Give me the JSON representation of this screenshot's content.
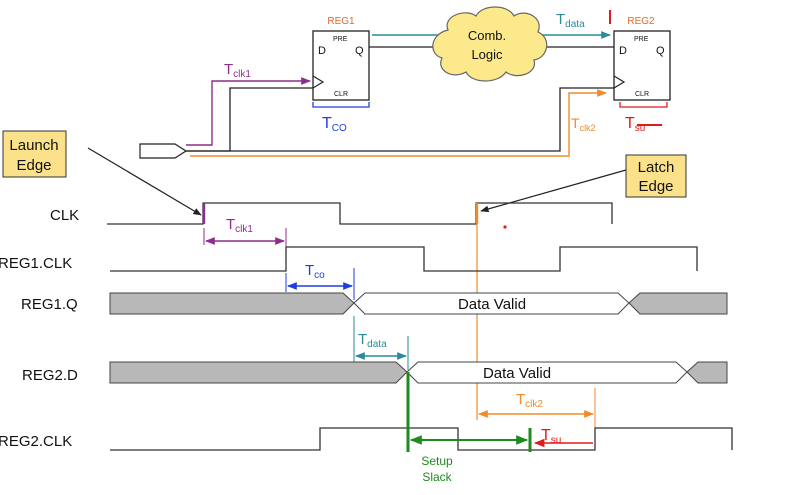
{
  "colors": {
    "purple": "#8e2d8e",
    "blue": "#1f3fe0",
    "teal": "#2b8a9c",
    "orange": "#f08a2a",
    "red": "#e01b1b",
    "green": "#1f8a1f",
    "callout": "#fbe28a",
    "bus_fill": "#b8b8b8",
    "cloud_fill": "#fbe98c"
  },
  "registers": {
    "reg1": {
      "name": "REG1",
      "d": "D",
      "q": "Q",
      "pre": "PRE",
      "clr": "CLR"
    },
    "reg2": {
      "name": "REG2",
      "d": "D",
      "q": "Q",
      "pre": "PRE",
      "clr": "CLR"
    }
  },
  "comb_logic": {
    "line1": "Comb.",
    "line2": "Logic"
  },
  "callouts": {
    "launch": {
      "line1": "Launch",
      "line2": "Edge"
    },
    "latch": {
      "line1": "Latch",
      "line2": "Edge"
    }
  },
  "params": {
    "tclk1": {
      "main": "T",
      "sub": "clk1"
    },
    "tco": {
      "main": "T",
      "sub": "CO"
    },
    "tco_wave": {
      "main": "T",
      "sub": "co"
    },
    "tdata": {
      "main": "T",
      "sub": "data"
    },
    "tclk2": {
      "main": "T",
      "sub": "clk2"
    },
    "tsu": {
      "main": "T",
      "sub": "su"
    }
  },
  "signals": [
    "CLK",
    "REG1.CLK",
    "REG1.Q",
    "REG2.D",
    "REG2.CLK"
  ],
  "bus_text": "Data Valid",
  "setup_slack": {
    "line1": "Setup",
    "line2": "Slack"
  }
}
